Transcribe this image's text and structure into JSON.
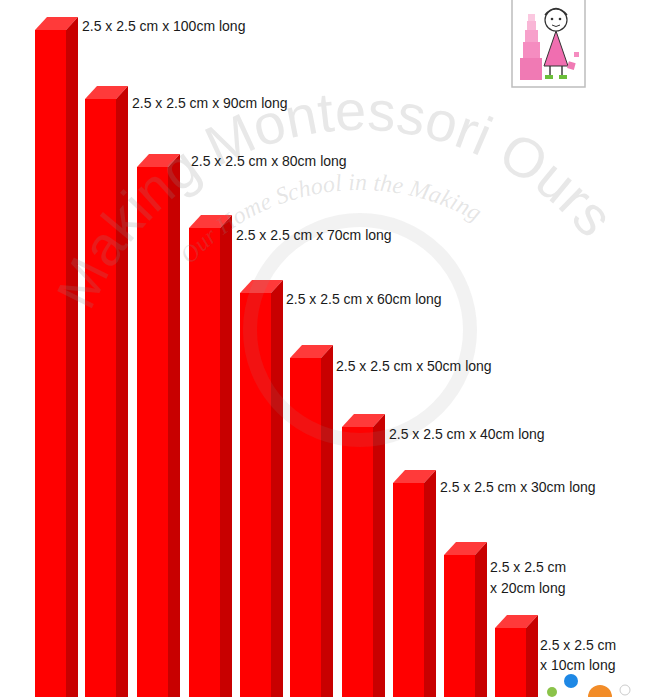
{
  "diagram": {
    "labels": [
      "2.5 x 2.5 cm x 100cm long",
      "2.5 x 2.5 cm x 90cm long",
      "2.5 x 2.5 cm x 80cm long",
      "2.5 x 2.5 cm x 70cm long",
      "2.5 x 2.5 cm x 60cm long",
      "2.5 x 2.5 cm x 50cm long",
      "2.5 x 2.5 cm x 40cm long",
      "2.5 x 2.5 cm x 30cm long",
      "2.5 x 2.5 cm x 20cm long",
      "2.5 x 2.5 cm x 10cm long",
      "Making Montessori Ours",
      "Our Home School in the Making"
    ]
  }
}
